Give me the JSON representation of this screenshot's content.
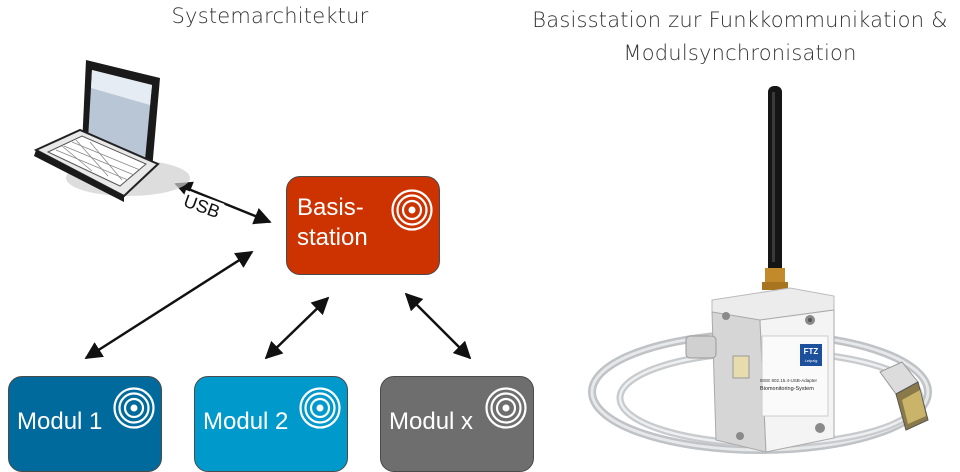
{
  "titles": {
    "left": "Systemarchitektur",
    "right_line1": "Basisstation zur Funkkommunikation &",
    "right_line2": "Modulsynchronisation"
  },
  "base_station": {
    "label": "Basis-\nstation",
    "color": "#cc3300"
  },
  "modules": [
    {
      "label": "Modul 1",
      "color": "#006a9d"
    },
    {
      "label": "Modul 2",
      "color": "#0099cc"
    },
    {
      "label": "Modul x",
      "color": "#6e6e6e"
    }
  ],
  "connection": {
    "label": "USB"
  },
  "device": {
    "brand": "FTZ",
    "brand_sub": "Leipzig",
    "line1": "IEEE 802.15.4-USB-Adapter",
    "line2": "Biomonitoring-System"
  }
}
